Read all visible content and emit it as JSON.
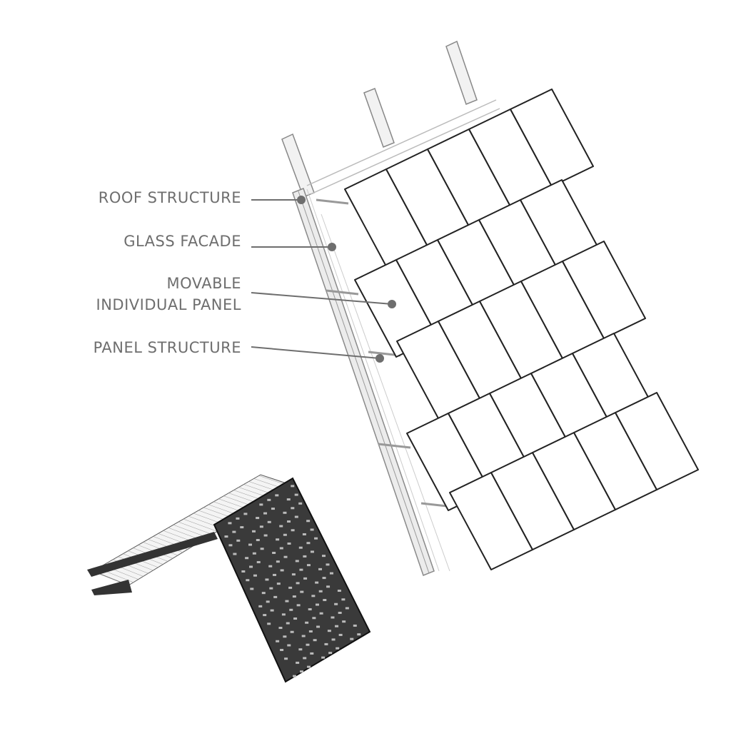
{
  "labels": {
    "roof_structure": "ROOF STRUCTURE",
    "glass_facade": "GLASS FACADE",
    "movable_panel_line1": "MOVABLE",
    "movable_panel_line2": "INDIVIDUAL PANEL",
    "panel_structure": "PANEL STRUCTURE"
  },
  "colors": {
    "label_text": "#6e6e6e",
    "leader": "#6e6e6e",
    "tile_stroke": "#222222",
    "detail_panel": "#3a3a3a"
  }
}
